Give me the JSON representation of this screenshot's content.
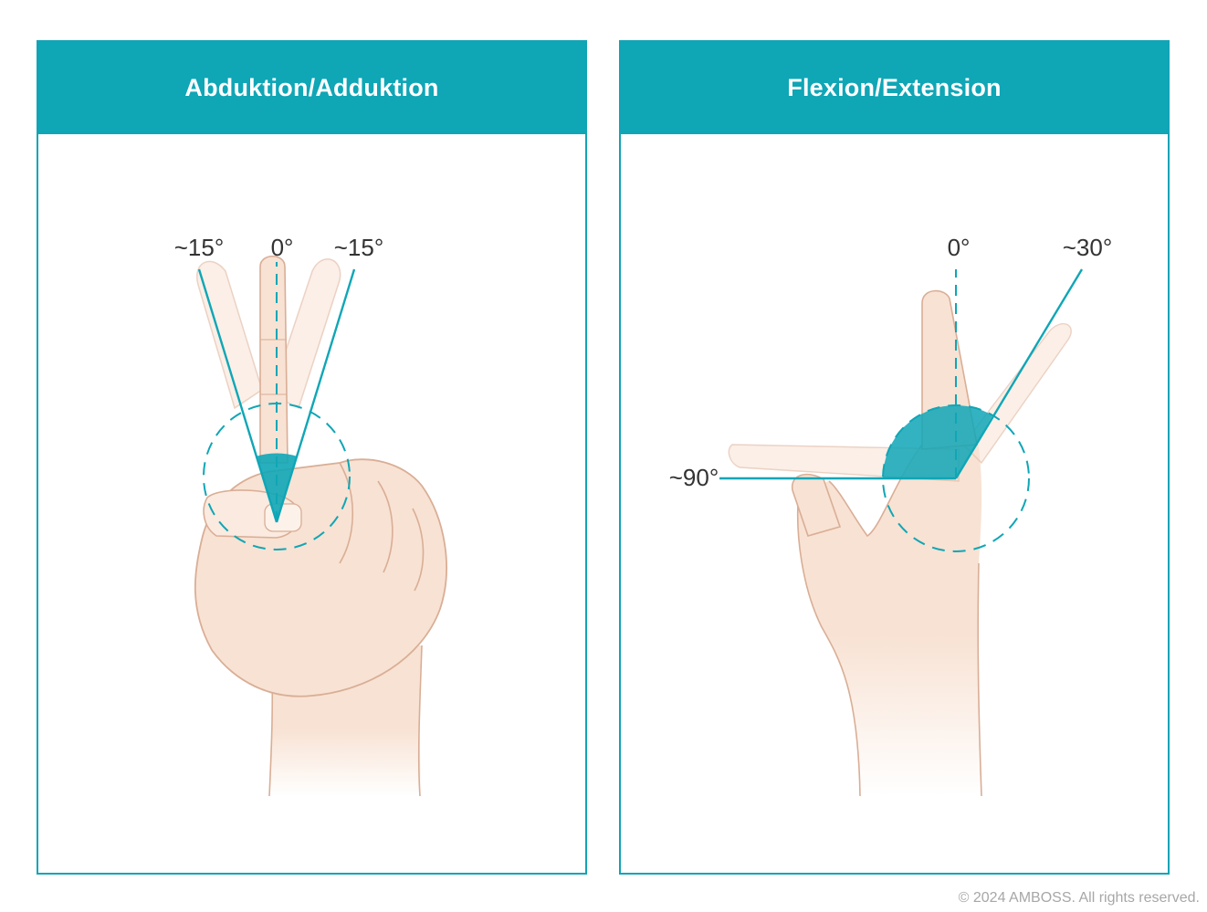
{
  "panels": [
    {
      "title": "Abduktion/Adduktion",
      "labels": {
        "left": "~15°",
        "center": "0°",
        "right": "~15°"
      }
    },
    {
      "title": "Flexion/Extension",
      "labels": {
        "flexion": "~90°",
        "neutral": "0°",
        "extension": "~30°"
      }
    }
  ],
  "colors": {
    "accent": "#0fa6b6",
    "skin": "#f8e2d3",
    "skin_outline": "#d9ae96"
  },
  "copyright": "© 2024 AMBOSS. All rights reserved."
}
